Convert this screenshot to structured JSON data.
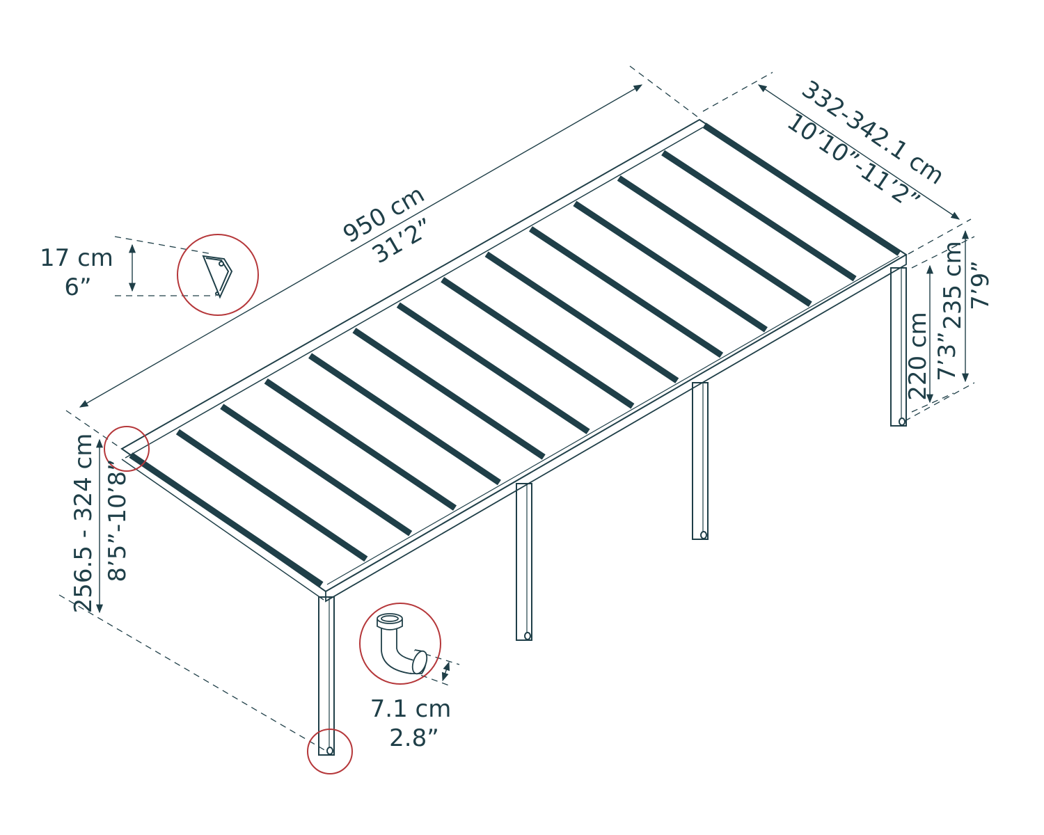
{
  "colors": {
    "line": "#1f3f48",
    "highlight": "#b5373a",
    "background": "#ffffff"
  },
  "dimensions": {
    "length": {
      "metric": "950 cm",
      "imperial": "31’2”"
    },
    "width": {
      "metric": "332-342.1 cm",
      "imperial": "10’10”-11’2”"
    },
    "gutter_height": {
      "metric": "17 cm",
      "imperial": "6”"
    },
    "back_height": {
      "metric": "256.5 - 324 cm",
      "imperial": "8’5”-10’8”"
    },
    "front_clearance": {
      "metric": "220 cm",
      "imperial": "7’3”"
    },
    "front_height": {
      "metric": "235 cm",
      "imperial": "7’9”"
    },
    "downpipe_diameter": {
      "metric": "7.1 cm",
      "imperial": "2.8”"
    }
  },
  "details": [
    "gutter-profile-icon",
    "downpipe-elbow-icon",
    "wall-bracket-detail",
    "post-base-detail"
  ]
}
